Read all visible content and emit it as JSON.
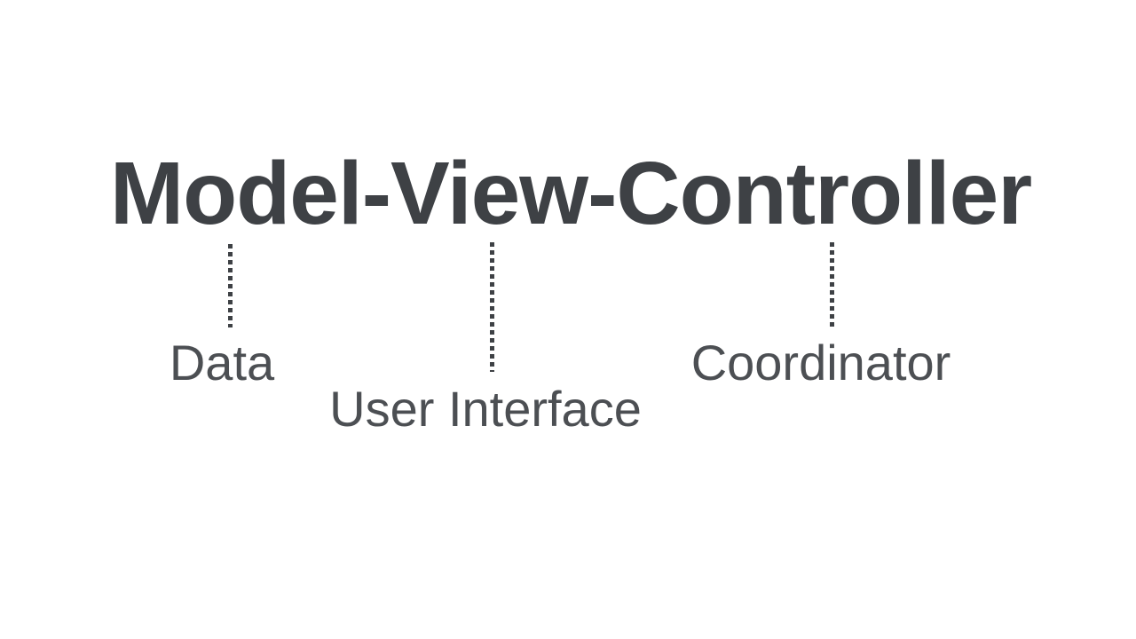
{
  "slide": {
    "title": "Model-View-Controller",
    "annotations": [
      {
        "component": "Model",
        "label": "Data"
      },
      {
        "component": "View",
        "label": "User Interface"
      },
      {
        "component": "Controller",
        "label": "Coordinator"
      }
    ],
    "colors": {
      "background": "#ffffff",
      "title_text": "#3e4145",
      "label_text": "#4c4f53",
      "connector_dot": "#3e4145"
    }
  }
}
